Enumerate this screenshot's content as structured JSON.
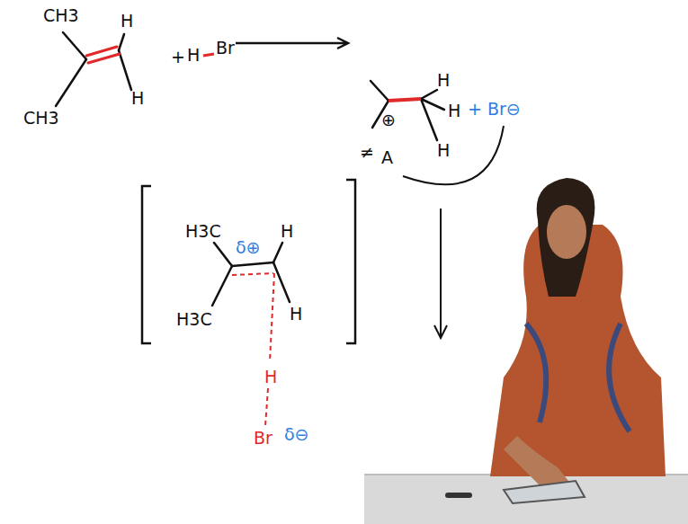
{
  "diagram": {
    "labels": [
      "CH3",
      "H",
      "H",
      "CH3",
      "+",
      "H",
      "Br",
      "⊕",
      "H",
      "H",
      "H",
      "+ Br⊖",
      "A",
      "≠",
      "H3C",
      "δ⊕",
      "H",
      "H",
      "H3C",
      "H",
      "Br",
      "δ⊖"
    ]
  }
}
